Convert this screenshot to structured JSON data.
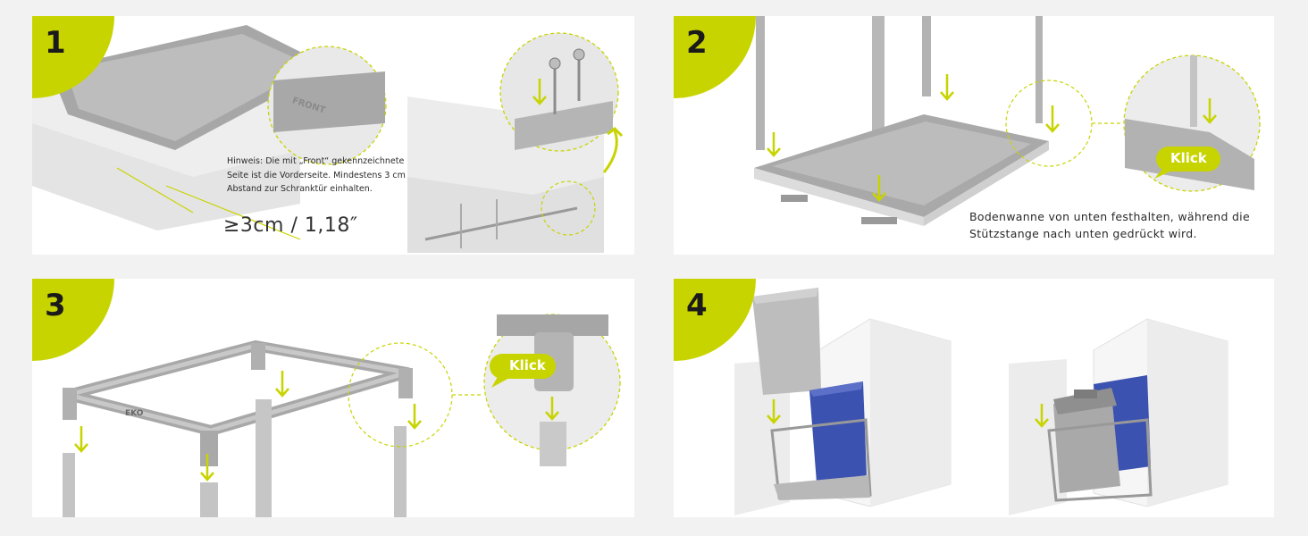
{
  "accent_color": "#c8d400",
  "panels": [
    {
      "step": "1",
      "note": "Hinweis: Die mit „Front“ gekennzeichnete\nSeite ist die Vorderseite. Mindestens 3 cm\nAbstand zur Schranktür einhalten.",
      "distance_label": "≥3cm / 1,18″",
      "engraving": "FRONT"
    },
    {
      "step": "2",
      "caption": "Bodenwanne von unten festhalten, während die\nStützstange nach unten gedrückt wird.",
      "klick_label": "Klick"
    },
    {
      "step": "3",
      "klick_label": "Klick",
      "logo": "EKO"
    },
    {
      "step": "4"
    }
  ]
}
